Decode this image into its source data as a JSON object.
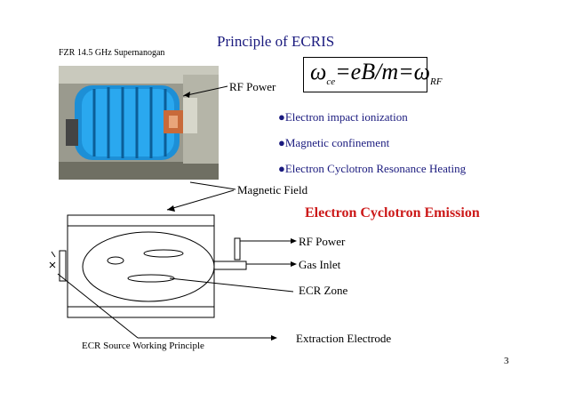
{
  "slide": {
    "title": "Principle of ECRIS",
    "subtitle": "FZR 14.5  GHz  Supernanogan",
    "rf_power_photo_label": "RF Power",
    "formula": {
      "omega1": "ω",
      "sub1": "ce",
      "middle": "=eB/m=",
      "omega2": "ω",
      "sub2": "RF"
    },
    "bullets": [
      "Electron impact ionization",
      "Magnetic confinement",
      "Electron Cyclotron Resonance Heating"
    ],
    "magnetic_field_label": "Magnetic Field",
    "emission_label": "Electron Cyclotron Emission",
    "diagram_labels": {
      "rf_power": "RF Power",
      "gas_inlet": "Gas Inlet",
      "ecr_zone": "ECR Zone",
      "extraction_electrode": "Extraction Electrode"
    },
    "caption": "ECR Source Working Principle",
    "page_number": "3"
  }
}
